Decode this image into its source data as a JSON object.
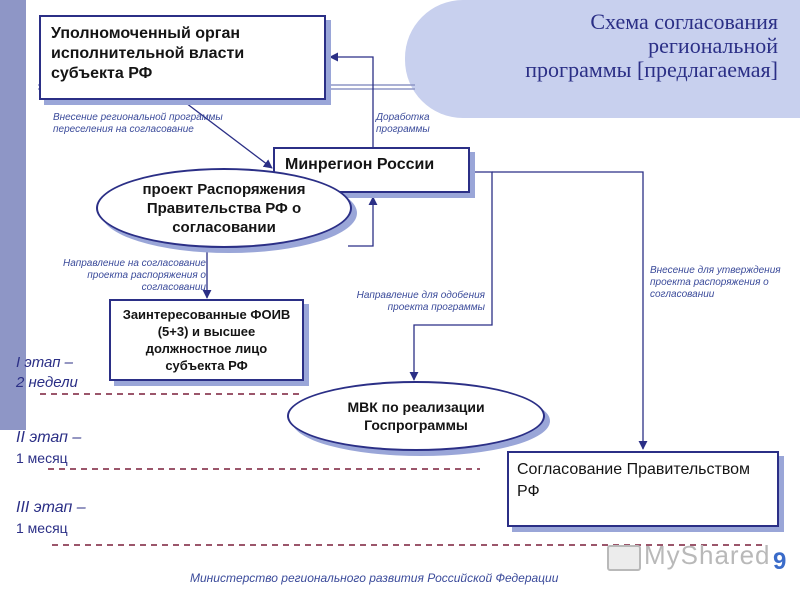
{
  "title": [
    "Схема согласования",
    "региональной",
    "программы [предлагаемая]"
  ],
  "nodes": {
    "authority": "Уполномоченный орган исполнительной власти субъекта РФ",
    "minregion": "Минрегион России",
    "draft_order": "проект Распоряжения Правительства РФ о согласовании",
    "foiv": "Заинтересованные ФОИВ (5+3) и высшее должностное лицо субъекта РФ",
    "mvk": "МВК по реализации Госпрограммы",
    "government": "Согласование Правительством РФ"
  },
  "notes": {
    "submission": "Внесение региональной программы переселения на согласование",
    "revision": "Доработка программы",
    "direction_draft": "Направление на согласование проекта распоряжения о согласовании",
    "direction_approval": "Направление для одобения проекта программы",
    "submission_approval": "Внесение для утверждения проекта распоряжения о согласовании"
  },
  "stages": [
    {
      "name": "I этап –",
      "duration": "2 недели"
    },
    {
      "name": "II этап –",
      "duration": "1 месяц"
    },
    {
      "name": "III этап –",
      "duration": "1 месяц"
    }
  ],
  "footer": "Министерство регионального развития Российской Федерации",
  "page_number": "9",
  "watermark": "MyShared",
  "colors": {
    "line": "#2b2f86",
    "shadow": "#9aa6d8",
    "bubble": "#c8d0ee",
    "stage_text": "#2b2f86",
    "dashed": "#7a1e3a"
  }
}
